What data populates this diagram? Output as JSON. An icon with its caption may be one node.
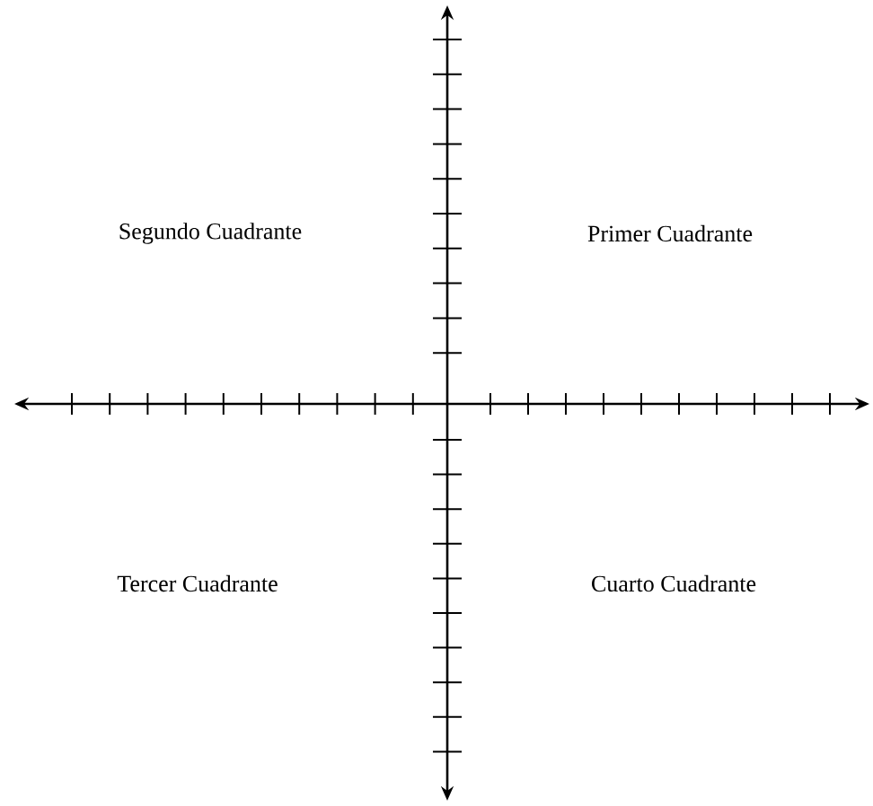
{
  "diagram": {
    "labels": [
      "Segundo Cuadrante",
      "Primer Cuadrante",
      "Tercer Cuadrante",
      "Cuarto Cuadrante"
    ]
  }
}
